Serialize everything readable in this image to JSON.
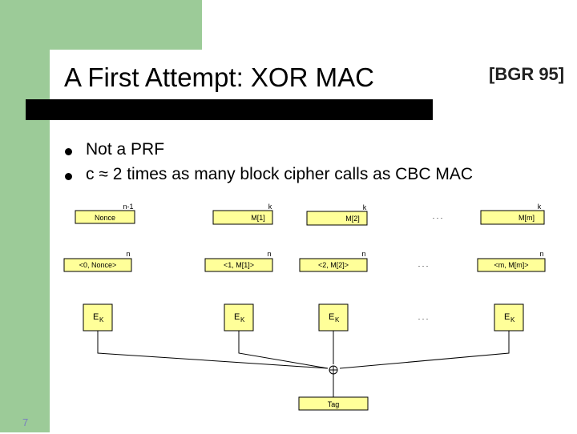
{
  "slide": {
    "title": "A First Attempt: XOR MAC",
    "citation": "[BGR 95]",
    "page_number": "7",
    "colors": {
      "background_accent": "#9ccb98",
      "box_fill": "#ffff99",
      "title_bar": "#000000"
    }
  },
  "bullets": [
    {
      "text": "Not a PRF"
    },
    {
      "text": "c ≈ 2 times as many block cipher calls as CBC MAC"
    }
  ],
  "diagram": {
    "top_boxes": [
      {
        "label": "Nonce",
        "width_label": "n-1"
      },
      {
        "label": "M[1]",
        "width_label": "k"
      },
      {
        "label": "M[2]",
        "width_label": "k"
      },
      {
        "label": "M[m]",
        "width_label": "k"
      }
    ],
    "middle_boxes": [
      {
        "label": "<0, Nonce>",
        "width_label": "n"
      },
      {
        "label": "<1, M[1]>",
        "width_label": "n"
      },
      {
        "label": "<2, M[2]>",
        "width_label": "n"
      },
      {
        "label": "<m, M[m]>",
        "width_label": "n"
      }
    ],
    "cipher_boxes": [
      {
        "label": "E",
        "subscript": "K"
      },
      {
        "label": "E",
        "subscript": "K"
      },
      {
        "label": "E",
        "subscript": "K"
      },
      {
        "label": "E",
        "subscript": "K"
      }
    ],
    "ellipsis": ". . .",
    "xor_symbol": "⊕",
    "output_label": "Tag"
  }
}
